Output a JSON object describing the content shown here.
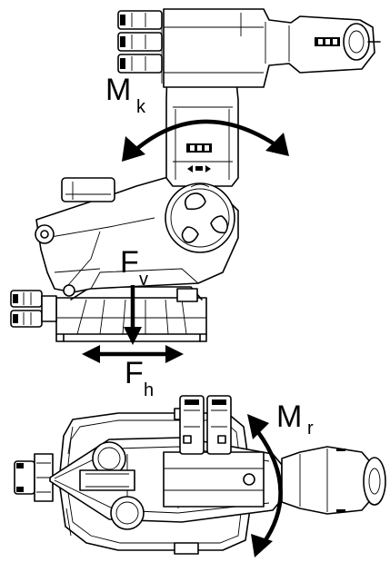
{
  "labels": {
    "mk_main": "M",
    "mk_sub": "k",
    "fv_main": "F",
    "fv_sub": "v",
    "fh_main": "F",
    "fh_sub": "h",
    "mr_main": "M",
    "mr_sub": "r"
  },
  "colors": {
    "line": "#000000",
    "background": "#ffffff"
  }
}
